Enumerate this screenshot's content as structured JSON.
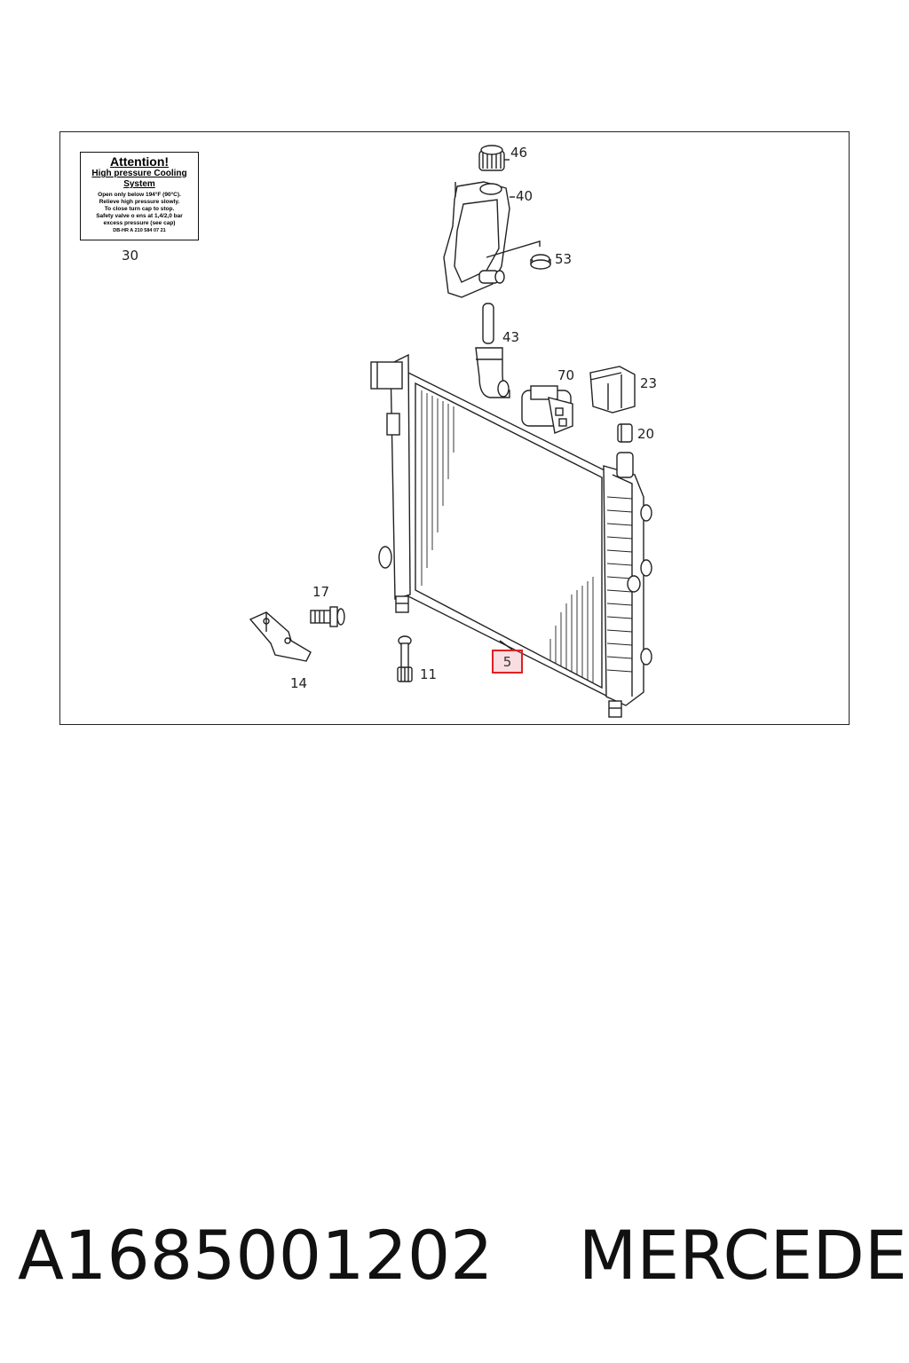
{
  "diagram": {
    "part_labels": {
      "p46": "46",
      "p40": "40",
      "p53": "53",
      "p43": "43",
      "p70": "70",
      "p23": "23",
      "p20": "20",
      "p17": "17",
      "p14": "14",
      "p11": "11",
      "p30": "30",
      "p5": "5"
    },
    "warning_label": {
      "title": "Attention!",
      "subtitle_line1": "High pressure Cooling",
      "subtitle_line2": "System",
      "body_line1": "Open only below 194°F (90°C).",
      "body_line2": "Relieve high pressure slowly.",
      "body_line3": "To close turn cap to stop.",
      "body_line4": "Safety valve o  ens at 1,4/2,0 bar",
      "body_line5": "excess pressure (see cap)",
      "code": "DB-HR     A 210 584 07 21"
    },
    "highlight_color": "#dd2222"
  },
  "footer": {
    "part_number": "A1685001202",
    "brand": "MERCEDES"
  }
}
